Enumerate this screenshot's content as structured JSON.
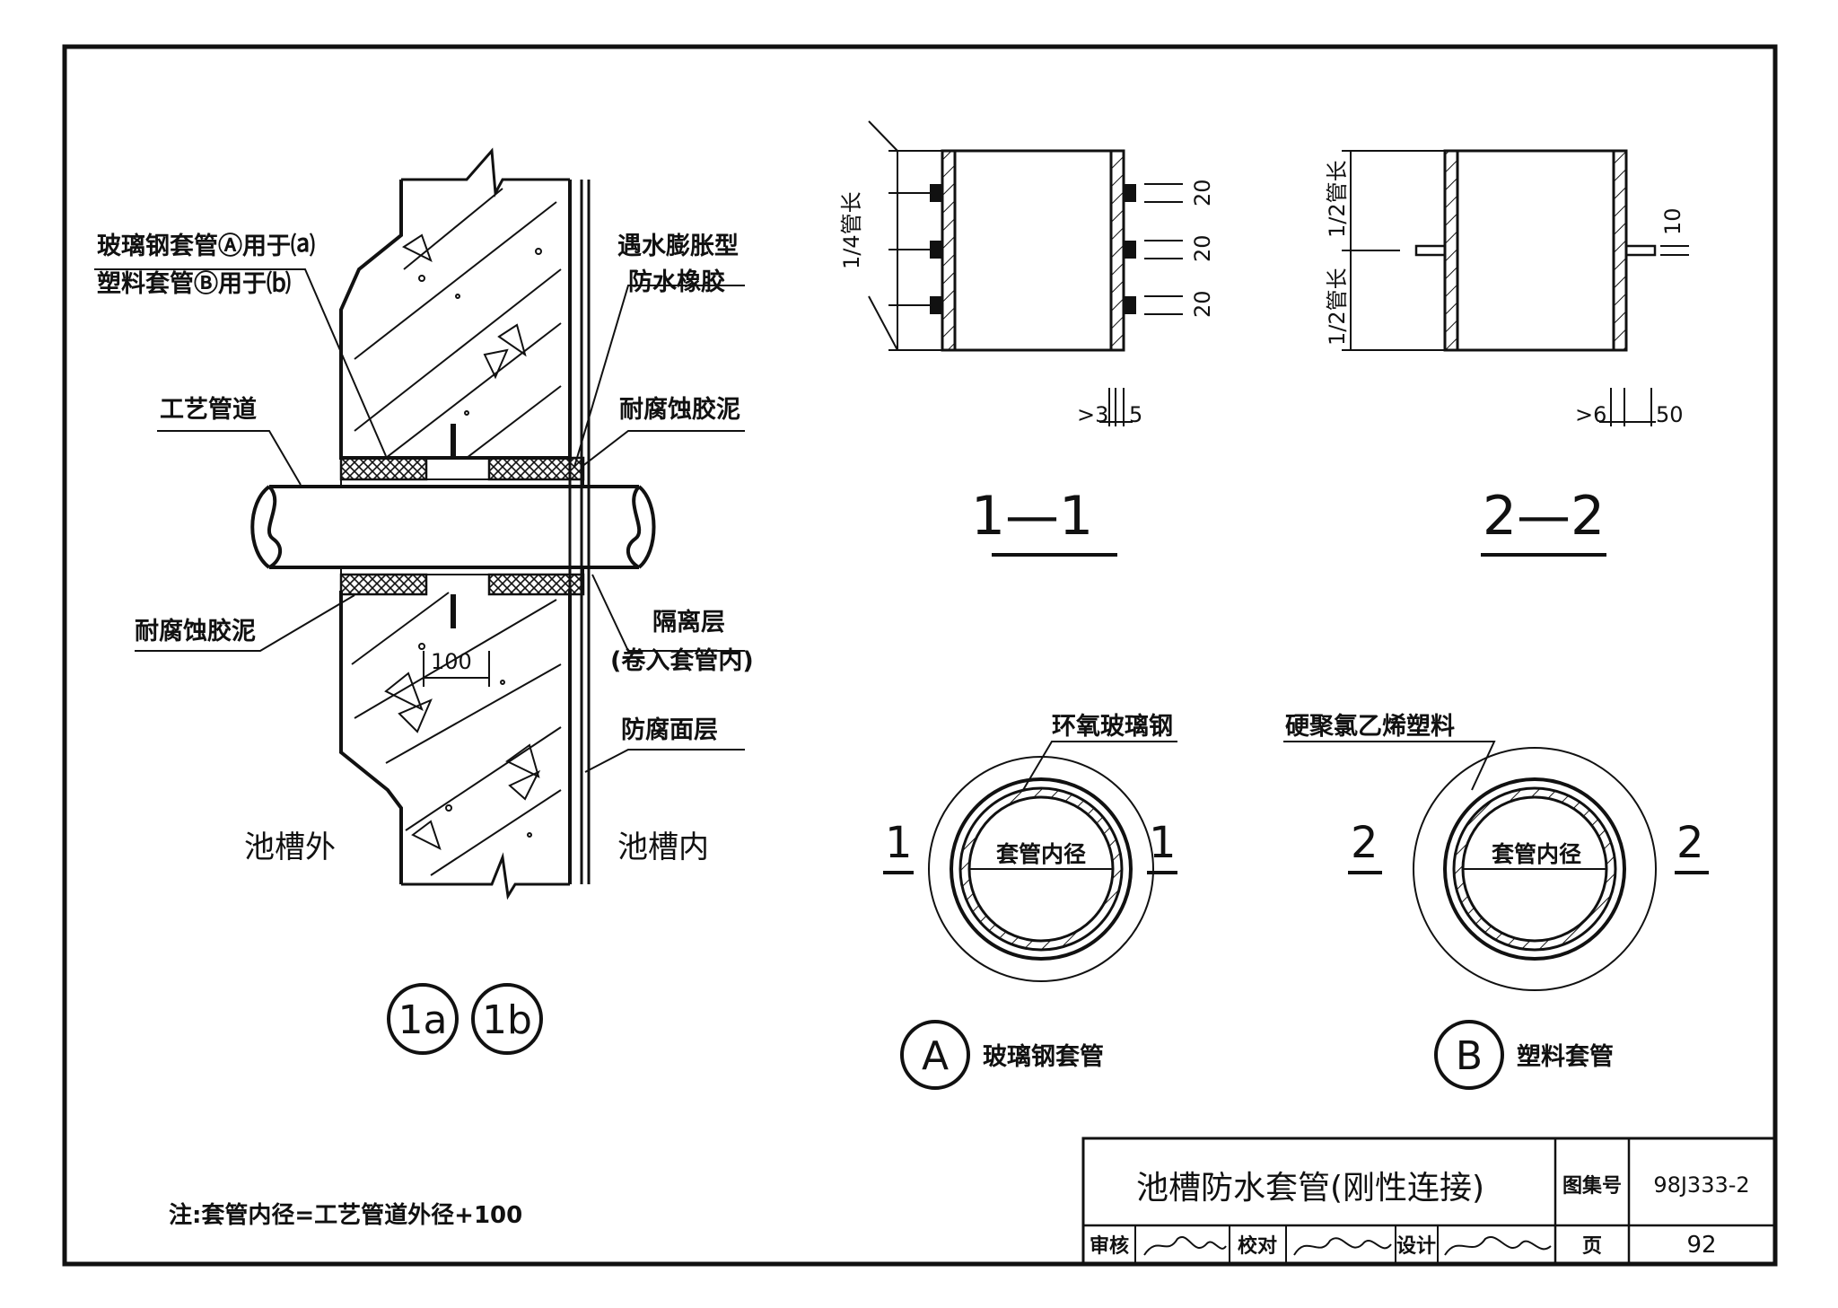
{
  "labels": {
    "frp_sleeve_line1": "玻璃钢套管Ⓐ用于⒜",
    "plastic_sleeve_line1": "塑料套管Ⓑ用于⒝",
    "process_pipe": "工艺管道",
    "anticorrosion_mortar_top": "耐腐蚀胶泥",
    "anticorrosion_mortar_bottom": "耐腐蚀胶泥",
    "water_swelling_line1": "遇水膨胀型",
    "water_swelling_line2": "防水橡胶",
    "isolation_layer_line1": "隔离层",
    "isolation_layer_line2": "(卷入套管内)",
    "anticorrosion_surface": "防腐面层",
    "dim_100": "100",
    "tank_outside": "池槽外",
    "tank_inside": "池槽内",
    "detail_1a": "1a",
    "detail_1b": "1b"
  },
  "section_1_1": {
    "title": "1—1",
    "side_label": "1/4管长",
    "ring_dims": [
      "20",
      "20",
      "20"
    ],
    "wall_dims": ">3",
    "wall_dim2": "5"
  },
  "section_2_2": {
    "title": "2—2",
    "side_label_top": "1/2管长",
    "side_label_bottom": "1/2管长",
    "fin_dim": "10",
    "wall_dims": ">6",
    "wall_dim2": "50"
  },
  "circle_a": {
    "material": "环氧玻璃钢",
    "inner_label": "套管内径",
    "cut_mark": "1",
    "badge": "A",
    "caption": "玻璃钢套管"
  },
  "circle_b": {
    "material": "硬聚氯乙烯塑料",
    "inner_label": "套管内径",
    "cut_mark": "2",
    "badge": "B",
    "caption": "塑料套管"
  },
  "note": "注:套管内径=工艺管道外径+100",
  "title_block": {
    "title": "池槽防水套管(刚性连接)",
    "atlas_label": "图集号",
    "atlas_no": "98J333-2",
    "review_label": "审核",
    "check_label": "校对",
    "design_label": "设计",
    "page_label": "页",
    "page_no": "92"
  }
}
